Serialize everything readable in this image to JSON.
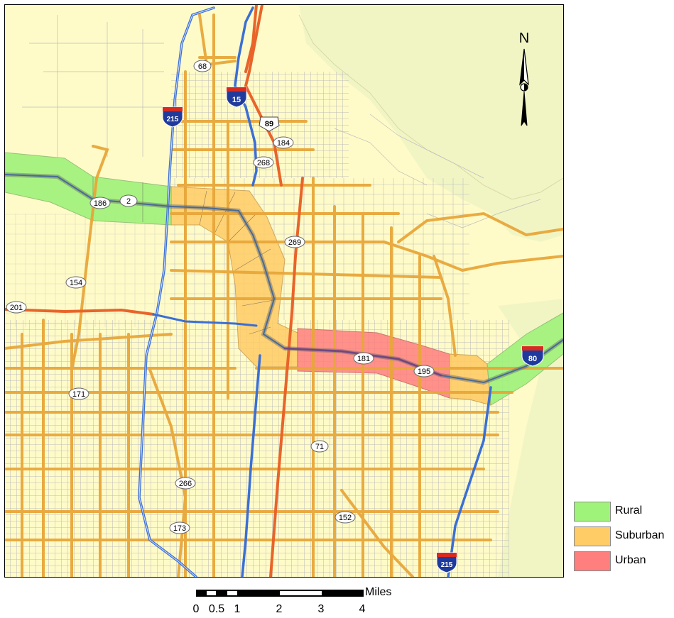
{
  "map": {
    "route_shields": {
      "us_68": "68",
      "sr_186": "186",
      "sr_2": "2",
      "sr_154": "154",
      "sr_201": "201",
      "sr_171": "171",
      "sr_266": "266",
      "sr_173": "173",
      "sr_71": "71",
      "sr_152": "152",
      "sr_181": "181",
      "sr_195": "195",
      "sr_269": "269",
      "sr_268": "268",
      "sr_184": "184"
    },
    "interstates": {
      "i15": "15",
      "i215_north": "215",
      "i215_south": "215",
      "i80": "80"
    },
    "us_highway": "89",
    "north_label": "N"
  },
  "legend": {
    "items": [
      {
        "label": "Rural",
        "color": "#9ff27a"
      },
      {
        "label": "Suburban",
        "color": "#ffcc66"
      },
      {
        "label": "Urban",
        "color": "#ff7f7f"
      }
    ]
  },
  "scale_bar": {
    "units": "Miles",
    "ticks": [
      "0",
      "0.5",
      "1",
      "2",
      "3",
      "4"
    ]
  },
  "colors": {
    "background": "#fffbc8",
    "hills": "#f1f5c4",
    "local_streets": "#b4b4b4",
    "arterials": "#e8a73a",
    "state_routes": "#e8642a",
    "interstates": "#3b6fd6",
    "interstate_shield_blue": "#1f3a9c",
    "interstate_shield_red": "#d82a1f"
  }
}
